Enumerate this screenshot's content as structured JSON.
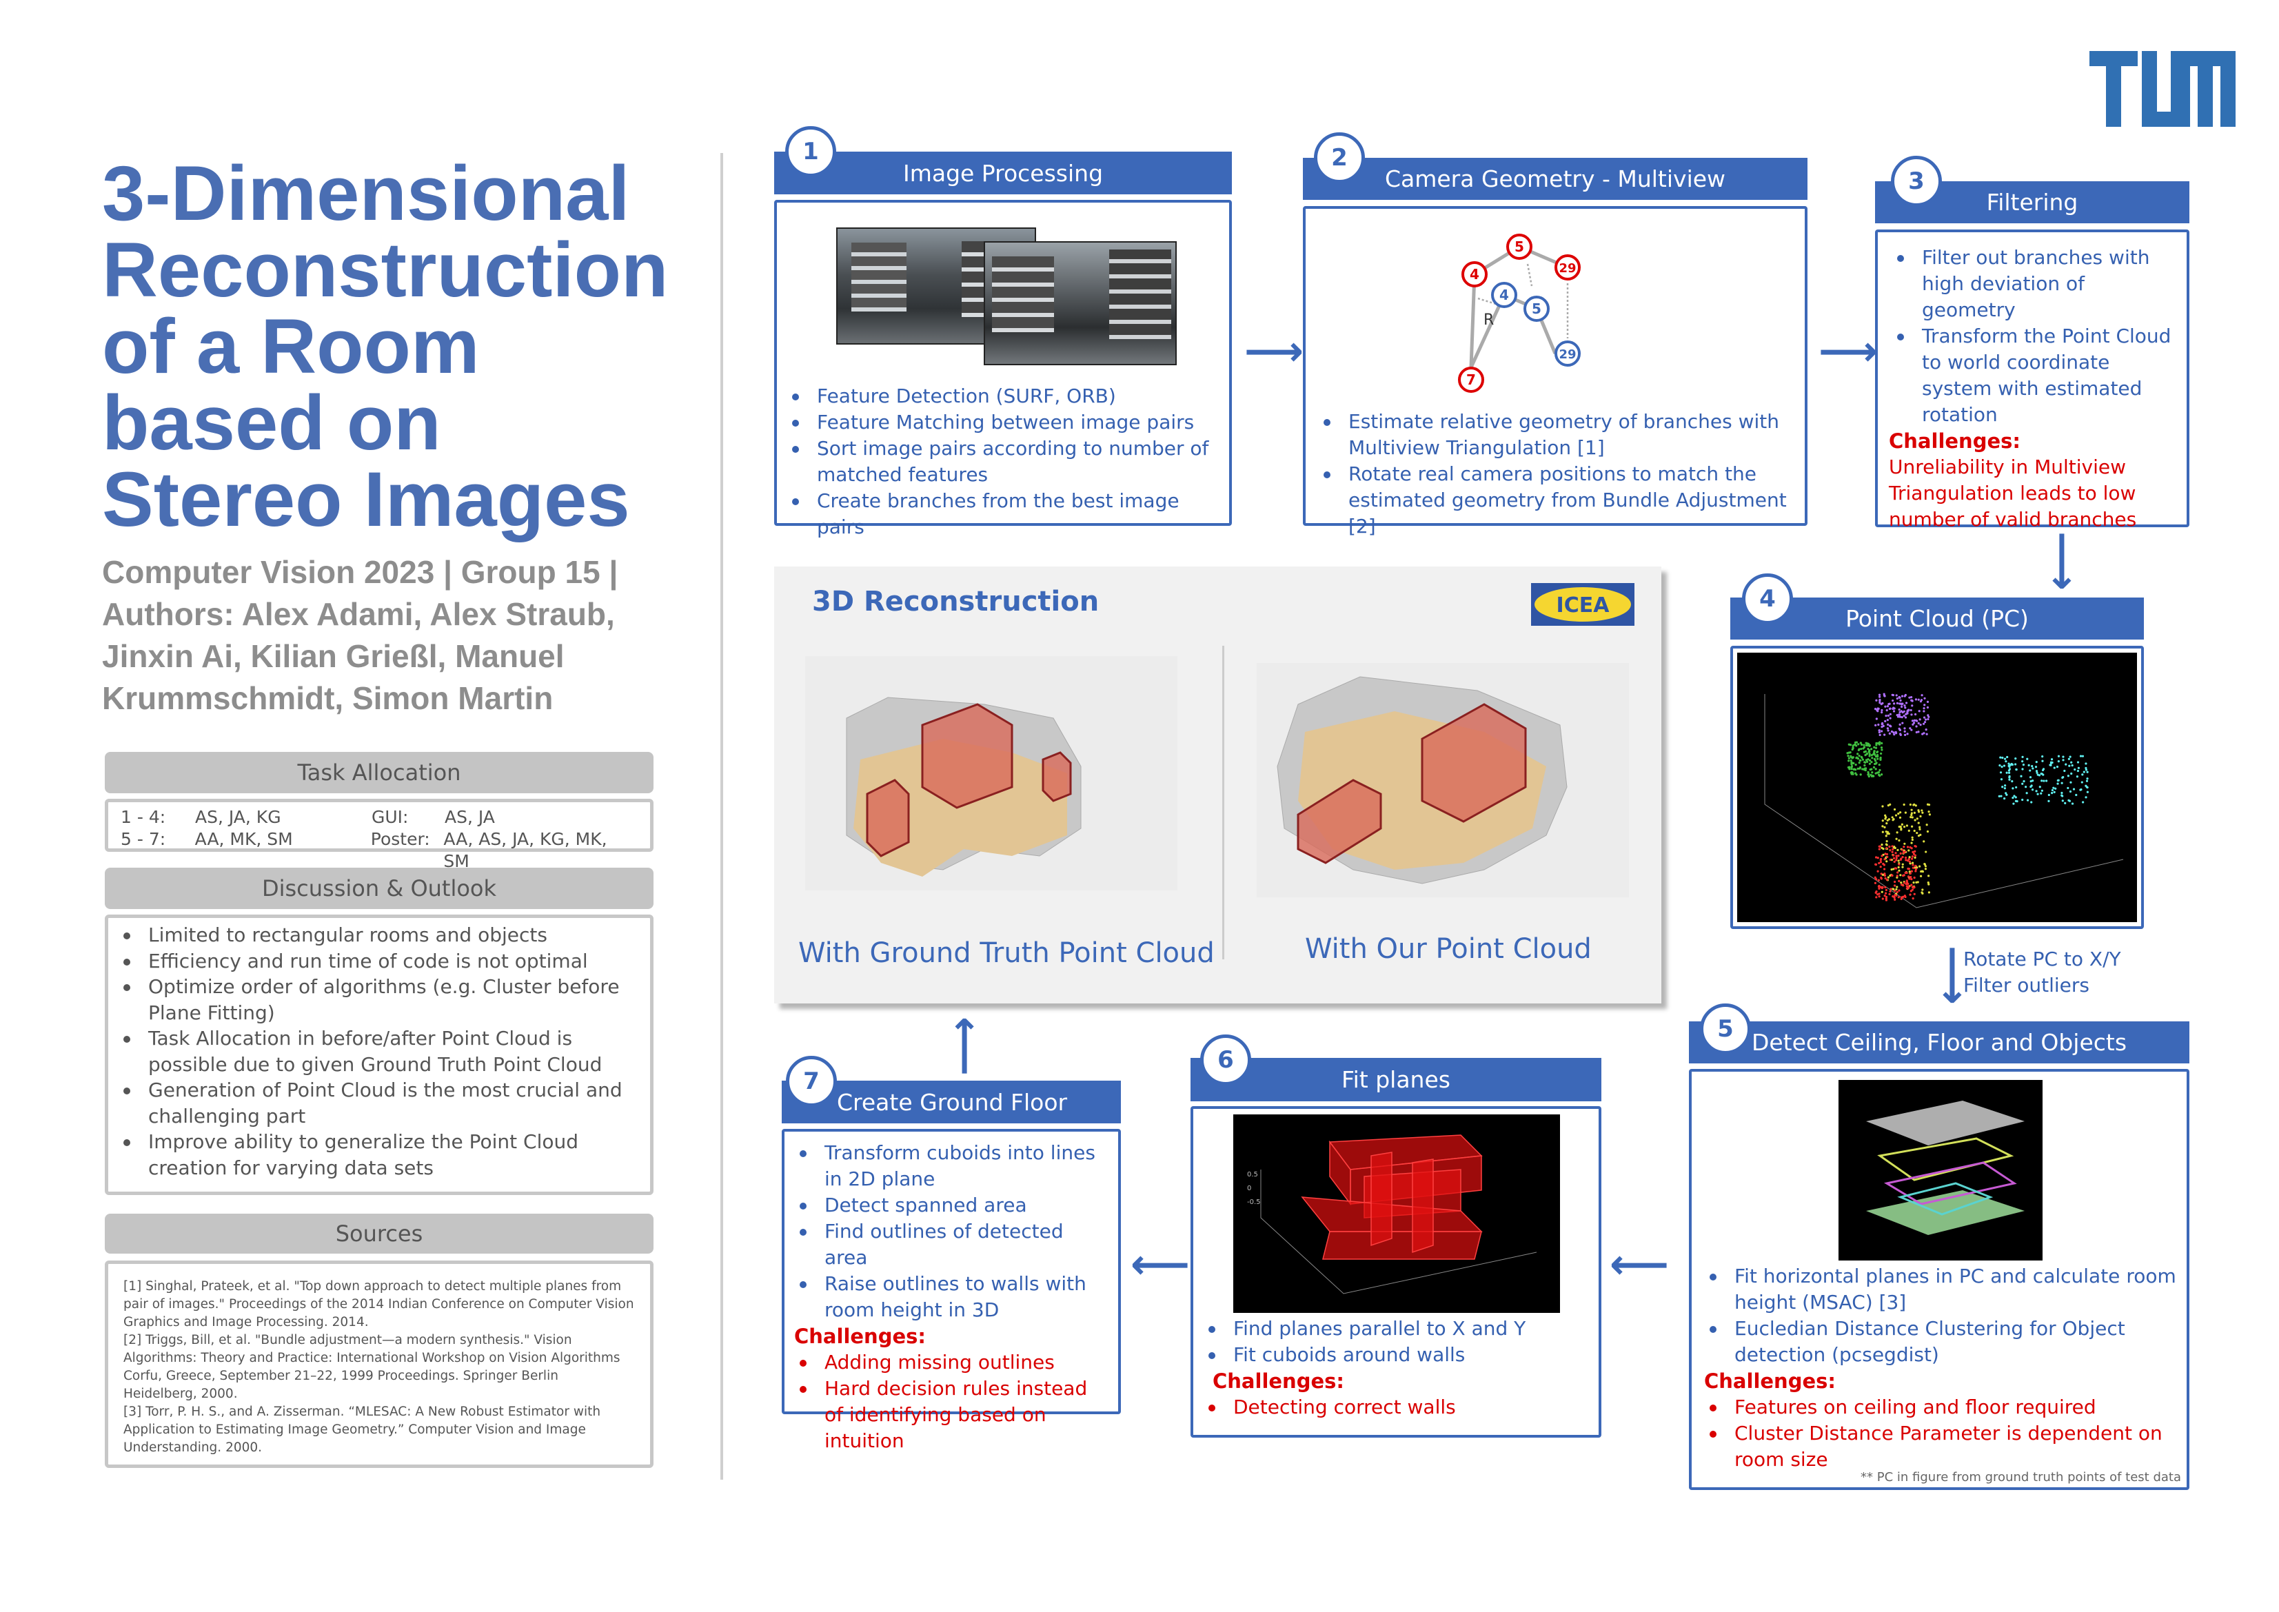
{
  "title": [
    "3-Dimensional",
    "Reconstruction",
    "of a Room",
    "based on",
    "Stereo Images"
  ],
  "subtitle": [
    "Computer Vision 2023 | Group 15 |",
    "Authors: Alex Adami, Alex Straub,",
    "Jinxin Ai, Kilian Grießl, Manuel",
    "Krummschmidt, Simon Martin"
  ],
  "logo": {
    "text": "TUM",
    "color": "#3070b3"
  },
  "task_allocation": {
    "heading": "Task Allocation",
    "rows": [
      {
        "k1": "1 - 4:",
        "v1": "AS,  JA, KG",
        "k2": "GUI:",
        "v2": "AS, JA"
      },
      {
        "k1": "5 - 7:",
        "v1": "AA, MK, SM",
        "k2": "Poster:",
        "v2": "AA, AS, JA, KG, MK, SM"
      }
    ]
  },
  "discussion": {
    "heading": "Discussion & Outlook",
    "items": [
      "Limited to rectangular rooms and objects",
      "Efficiency and run time of code is not optimal",
      "Optimize order of algorithms (e.g. Cluster before Plane Fitting)",
      "Task Allocation in before/after Point Cloud is possible due to given Ground Truth Point Cloud",
      "Generation of Point Cloud is the most crucial and challenging part",
      "Improve ability to generalize the Point Cloud creation for varying data sets"
    ]
  },
  "sources": {
    "heading": "Sources",
    "items": [
      "[1] Singhal, Prateek, et al. \"Top down approach to detect multiple planes from pair of images.\" Proceedings of the 2014 Indian Conference on Computer Vision Graphics and Image Processing. 2014.",
      "[2] Triggs, Bill, et al. \"Bundle adjustment—a modern synthesis.\" Vision Algorithms: Theory and Practice: International Workshop on Vision Algorithms Corfu, Greece, September 21–22, 1999 Proceedings. Springer Berlin Heidelberg, 2000.",
      "[3] Torr, P. H. S., and A. Zisserman. “MLESAC: A New Robust Estimator with Application to Estimating Image Geometry.” Computer Vision and Image Understanding. 2000."
    ]
  },
  "steps": {
    "s1": {
      "num": "1",
      "title": "Image Processing",
      "items": [
        "Feature Detection (SURF, ORB)",
        "Feature Matching between image pairs",
        "Sort image pairs according to number of matched features",
        "Create branches from the best image pairs"
      ]
    },
    "s2": {
      "num": "2",
      "title": "Camera Geometry - Multiview",
      "items": [
        "Estimate relative geometry of branches with Multiview Triangulation [1]",
        "Rotate real camera positions to match the estimated geometry from Bundle Adjustment [2]"
      ],
      "graph": {
        "red_nodes": [
          "4",
          "5",
          "29",
          "7"
        ],
        "blue_nodes": [
          "4",
          "5",
          "29"
        ],
        "edge_label": "R"
      }
    },
    "s3": {
      "num": "3",
      "title": "Filtering",
      "items": [
        "Filter out branches with high deviation of geometry",
        "Transform the Point Cloud to world coordinate system with estimated rotation"
      ],
      "challenges_label": "Challenges:",
      "challenges_text": "Unreliability in Multiview Triangulation leads to low number of valid branches"
    },
    "s4": {
      "num": "4",
      "title": "Point Cloud (PC)",
      "note1": "Rotate PC to X/Y",
      "note2": "Filter outliers"
    },
    "s5": {
      "num": "5",
      "title": "Detect Ceiling, Floor and Objects",
      "items": [
        "Fit horizontal planes in PC and calculate room height (MSAC) [3]",
        "Eucledian Distance Clustering for Object detection (pcsegdist)"
      ],
      "challenges_label": "Challenges:",
      "challenges": [
        "Features on ceiling and floor required",
        "Cluster Distance Parameter is dependent on room size"
      ],
      "footnote": "** PC in figure from ground truth points of test data"
    },
    "s6": {
      "num": "6",
      "title": "Fit planes",
      "items": [
        "Find planes parallel to X and Y",
        "Fit cuboids around walls"
      ],
      "challenges_label": "Challenges:",
      "challenges": [
        "Detecting correct walls"
      ]
    },
    "s7": {
      "num": "7",
      "title": "Create Ground Floor",
      "items": [
        "Transform cuboids into lines in 2D plane",
        "Detect spanned area",
        "Find outlines of detected area",
        "Raise outlines to walls with room height in 3D"
      ],
      "challenges_label": "Challenges:",
      "challenges": [
        "Adding missing outlines",
        "Hard decision rules instead of identifying based on intuition"
      ]
    }
  },
  "reconstruction": {
    "title": "3D Reconstruction",
    "caption_left": "With Ground Truth Point Cloud",
    "caption_right": "With Our Point Cloud",
    "logo_text": "ICEA"
  },
  "colors": {
    "accent": "#3c68b8",
    "title": "#4a6eb3",
    "challenge": "#d90000",
    "gray_header": "#c4c4c4"
  }
}
